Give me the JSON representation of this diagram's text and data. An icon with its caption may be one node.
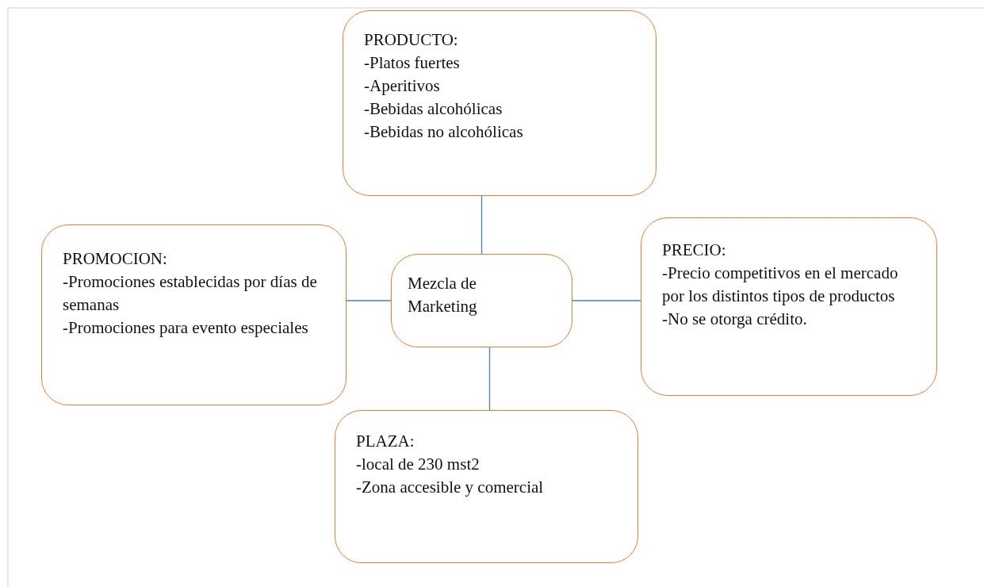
{
  "diagram": {
    "nodes": [
      {
        "text": [
          "PRODUCTO:",
          "-Platos fuertes",
          "-Aperitivos",
          "-Bebidas alcohólicas",
          "-Bebidas no alcohólicas"
        ]
      },
      {
        "text": [
          "PROMOCION:",
          "-Promociones establecidas por días de semanas",
          "-Promociones para evento especiales"
        ]
      },
      {
        "text": [
          "Mezcla de Marketing"
        ]
      },
      {
        "text": [
          "PRECIO:",
          "-Precio competitivos en el mercado por los distintos tipos de productos",
          "-No se otorga crédito."
        ]
      },
      {
        "text": [
          "PLAZA:",
          "-local de 230 mst2",
          "-Zona accesible y comercial"
        ]
      }
    ],
    "edges": [
      {
        "from": 2,
        "to": 0,
        "arrow": "none"
      },
      {
        "from": 2,
        "to": 1,
        "arrow": "none"
      },
      {
        "from": 2,
        "to": 3,
        "arrow": "none"
      },
      {
        "from": 2,
        "to": 4,
        "arrow": "none"
      }
    ]
  }
}
